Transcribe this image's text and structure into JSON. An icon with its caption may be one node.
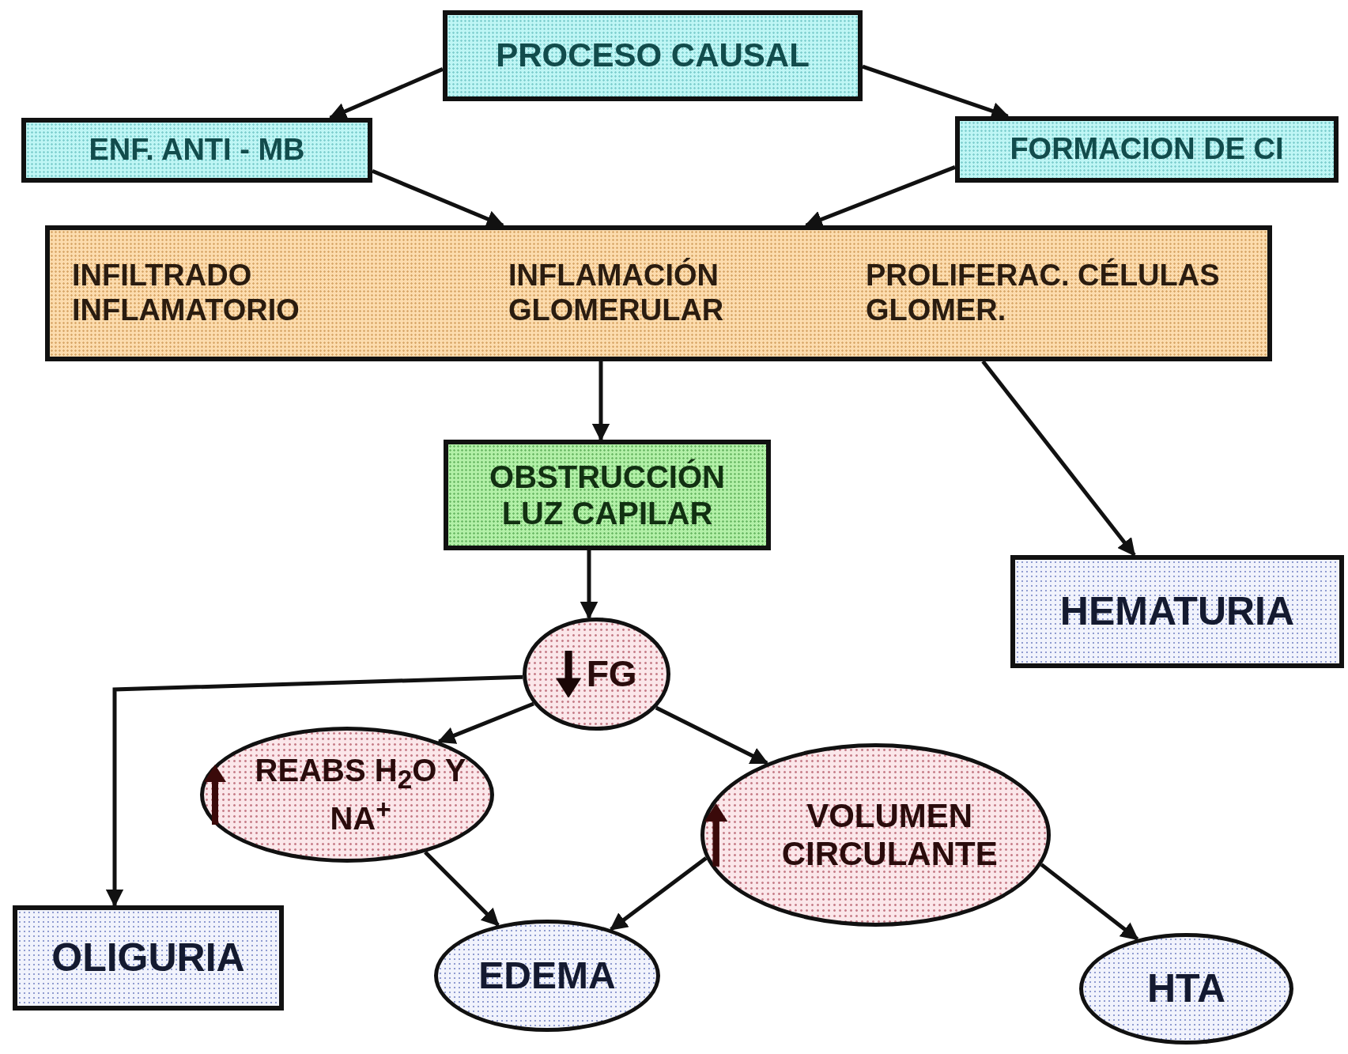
{
  "diagram": {
    "nodes": [
      {
        "text": [
          "PROCESO CAUSAL"
        ]
      },
      {
        "text": [
          "ENF.  ANTI - MB"
        ]
      },
      {
        "text": [
          "FORMACION DE CI"
        ]
      },
      {
        "text": [
          "INFILTRADO INFLAMATORIO",
          "INFLAMACIÓN GLOMERULAR",
          "PROLIFERAC. CÉLULAS GLOMER."
        ]
      },
      {
        "text": [
          "OBSTRUCCIÓN LUZ CAPILAR"
        ]
      },
      {
        "text": [
          "HEMATURIA"
        ]
      },
      {
        "text": [
          "FG"
        ]
      },
      {
        "text": [
          "REABS H$_{2}$O Y NA$^{+}$"
        ]
      },
      {
        "text": [
          "VOLUMEN CIRCULANTE"
        ]
      },
      {
        "text": [
          "OLIGURIA"
        ]
      },
      {
        "text": [
          "EDEMA"
        ]
      },
      {
        "text": [
          "HTA"
        ]
      }
    ],
    "edges": [
      {
        "from": 0,
        "to": 1,
        "arrow": "to"
      },
      {
        "from": 0,
        "to": 2,
        "arrow": "to"
      },
      {
        "from": 1,
        "to": 3,
        "arrow": "to"
      },
      {
        "from": 2,
        "to": 3,
        "arrow": "to"
      },
      {
        "from": 3,
        "to": 4,
        "arrow": "to"
      },
      {
        "from": 3,
        "to": 5,
        "arrow": "to"
      },
      {
        "from": 4,
        "to": 6,
        "arrow": "to"
      },
      {
        "from": 6,
        "to": 9,
        "arrow": "to"
      },
      {
        "from": 6,
        "to": 7,
        "arrow": "to"
      },
      {
        "from": 6,
        "to": 8,
        "arrow": "to"
      },
      {
        "from": 7,
        "to": 10,
        "arrow": "to"
      },
      {
        "from": 8,
        "to": 10,
        "arrow": "to"
      },
      {
        "from": 8,
        "to": 11,
        "arrow": "to"
      }
    ]
  }
}
